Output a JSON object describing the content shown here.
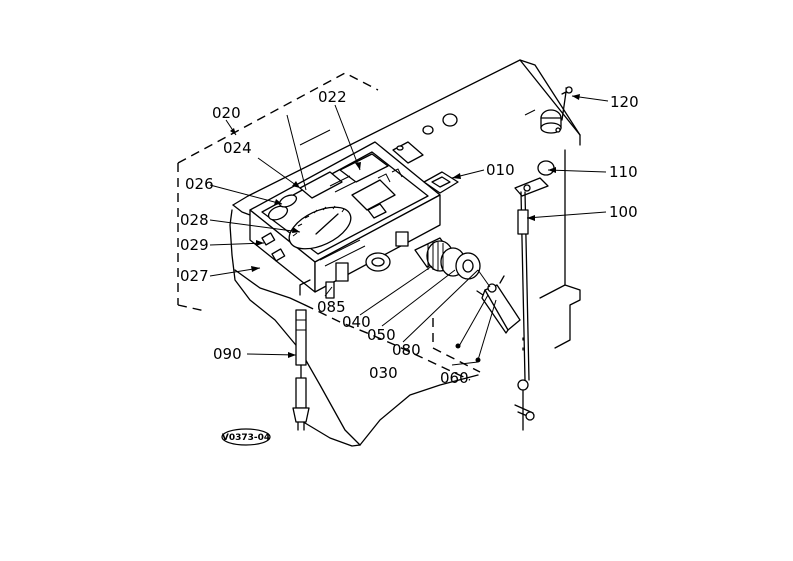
{
  "drawing_code": "V0373-04",
  "callouts": {
    "p010": "010",
    "p020": "020",
    "p022": "022",
    "p024": "024",
    "p026": "026",
    "p027": "027",
    "p028": "028",
    "p029": "029",
    "p030": "030",
    "p040": "040",
    "p050": "050",
    "p060": "060",
    "p080": "080",
    "p085": "085",
    "p090": "090",
    "p100": "100",
    "p110": "110",
    "p120": "120"
  }
}
